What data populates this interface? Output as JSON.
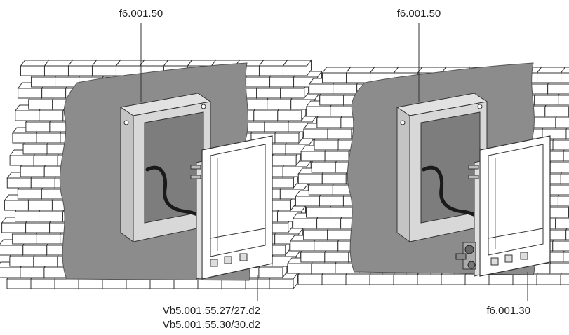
{
  "left_panel": {
    "top_label": "f6.001.50",
    "bottom_label_line1": "Vb5.001.55.27/27.d2",
    "bottom_label_line2": "Vb5.001.55.30/30.d2"
  },
  "right_panel": {
    "top_label": "f6.001.50",
    "bottom_label": "f6.001.30"
  },
  "colors": {
    "membrane": "#8c8c8c",
    "brick_fill": "#ffffff",
    "brick_stroke": "#333333",
    "box_fill": "#d0d0d0",
    "box_inner": "#7d7d7d",
    "cable": "#1a1a1a",
    "line": "#333333"
  }
}
